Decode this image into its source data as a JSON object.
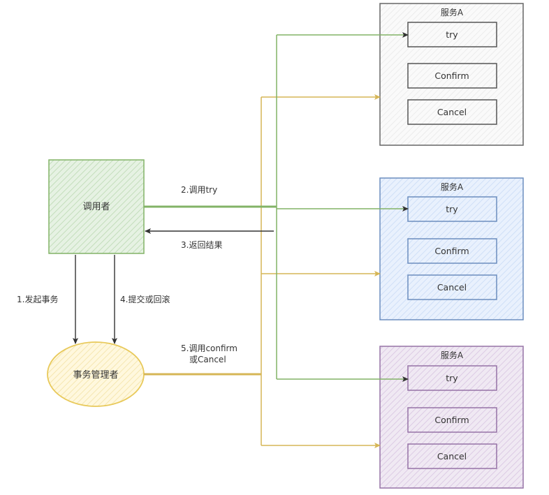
{
  "caller": {
    "label": "调用者"
  },
  "manager": {
    "label": "事务管理者"
  },
  "edges": {
    "start_tx": "1.发起事务",
    "call_try": "2.调用try",
    "return_result": "3.返回结果",
    "commit_rollback": "4.提交或回滚",
    "call_confirm_line1": "5.调用confirm",
    "call_confirm_line2": "或Cancel"
  },
  "services": [
    {
      "title": "服务A",
      "try": "try",
      "confirm": "Confirm",
      "cancel": "Cancel"
    },
    {
      "title": "服务A",
      "try": "try",
      "confirm": "Confirm",
      "cancel": "Cancel"
    },
    {
      "title": "服务A",
      "try": "try",
      "confirm": "Confirm",
      "cancel": "Cancel"
    }
  ],
  "colors": {
    "green_stroke": "#82b366",
    "green_fill": "#d5e8d4",
    "yellow_stroke": "#d6b656",
    "yellow_fill": "#fff2cc",
    "gray_stroke": "#666666",
    "blue_stroke": "#6c8ebf",
    "blue_fill": "#dae8fc",
    "purple_stroke": "#9673a6",
    "purple_fill": "#e1d5e7",
    "dark_arrow": "#333333"
  }
}
